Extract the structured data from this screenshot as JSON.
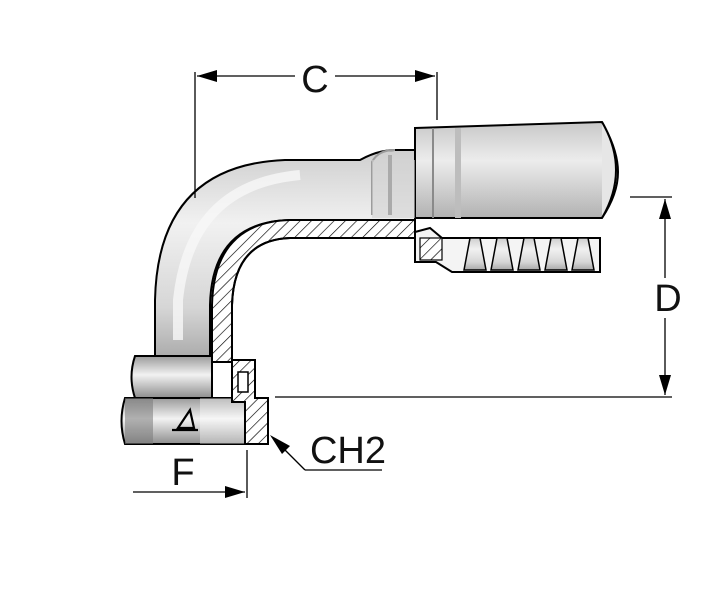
{
  "labels": {
    "dim_c": "C",
    "dim_d": "D",
    "dim_f": "F",
    "dim_ch2": "CH2"
  },
  "colors": {
    "body_light": "#e2e2e2",
    "body_mid": "#bdbdbd",
    "body_dark": "#6f6f6f",
    "outline": "#000000",
    "dimension": "#000000"
  }
}
